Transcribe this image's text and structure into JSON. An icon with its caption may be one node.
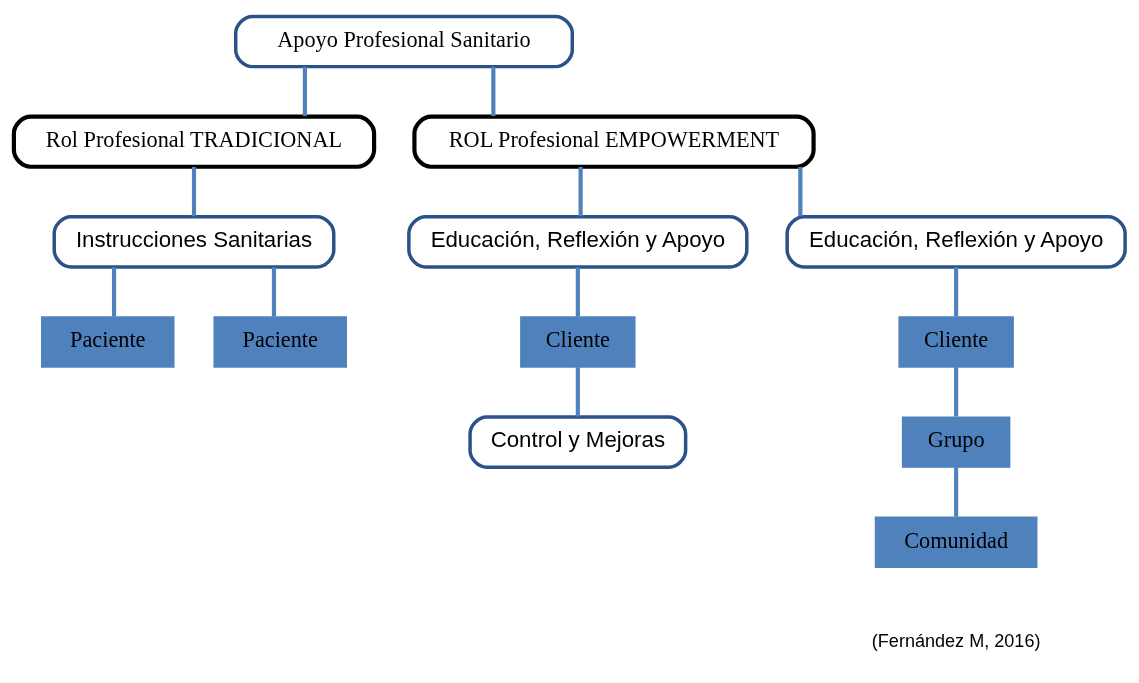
{
  "diagram": {
    "nodes": [
      {
        "text": [
          "Apoyo Profesional Sanitario"
        ]
      },
      {
        "text": [
          "Rol Profesional TRADICIONAL"
        ]
      },
      {
        "text": [
          "ROL Profesional EMPOWERMENT"
        ]
      },
      {
        "text": [
          "Instrucciones Sanitarias"
        ]
      },
      {
        "text": [
          "Educación, Reflexión y Apoyo"
        ]
      },
      {
        "text": [
          "Educación, Reflexión y Apoyo"
        ]
      },
      {
        "text": [
          "Paciente"
        ]
      },
      {
        "text": [
          "Paciente"
        ]
      },
      {
        "text": [
          "Cliente"
        ]
      },
      {
        "text": [
          "Cliente"
        ]
      },
      {
        "text": [
          "Control y Mejoras"
        ]
      },
      {
        "text": [
          "Grupo"
        ]
      },
      {
        "text": [
          "Comunidad"
        ]
      }
    ],
    "edges": [
      {
        "from": 0,
        "to": 1,
        "arrow": "none"
      },
      {
        "from": 0,
        "to": 2,
        "arrow": "none"
      },
      {
        "from": 1,
        "to": 3,
        "arrow": "none"
      },
      {
        "from": 2,
        "to": 4,
        "arrow": "none"
      },
      {
        "from": 2,
        "to": 5,
        "arrow": "none"
      },
      {
        "from": 3,
        "to": 6,
        "arrow": "none"
      },
      {
        "from": 3,
        "to": 7,
        "arrow": "none"
      },
      {
        "from": 4,
        "to": 8,
        "arrow": "none"
      },
      {
        "from": 5,
        "to": 9,
        "arrow": "none"
      },
      {
        "from": 8,
        "to": 10,
        "arrow": "none"
      },
      {
        "from": 9,
        "to": 11,
        "arrow": "none"
      },
      {
        "from": 11,
        "to": 12,
        "arrow": "none"
      }
    ],
    "labels": [
      "(Fernández M, 2016)"
    ]
  }
}
